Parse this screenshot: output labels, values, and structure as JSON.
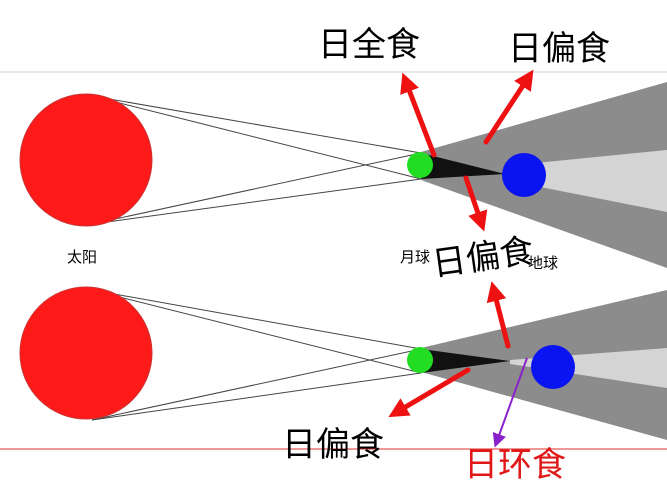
{
  "labels": {
    "sun": "太阳",
    "moon": "月球",
    "earth": "地球",
    "total_eclipse": "日全食",
    "partial_eclipse": "日偏食",
    "annular_eclipse": "日环食"
  },
  "colors": {
    "sun": "#ff1a1a",
    "moon": "#22dd22",
    "earth": "#0a14f0",
    "arrow": "#ee1111",
    "annular_line": "#8a22cc",
    "penumbra": "#8c8c8c",
    "umbra": "#111111",
    "antumbra": "#d4d4d4",
    "divider": "#e23030"
  }
}
